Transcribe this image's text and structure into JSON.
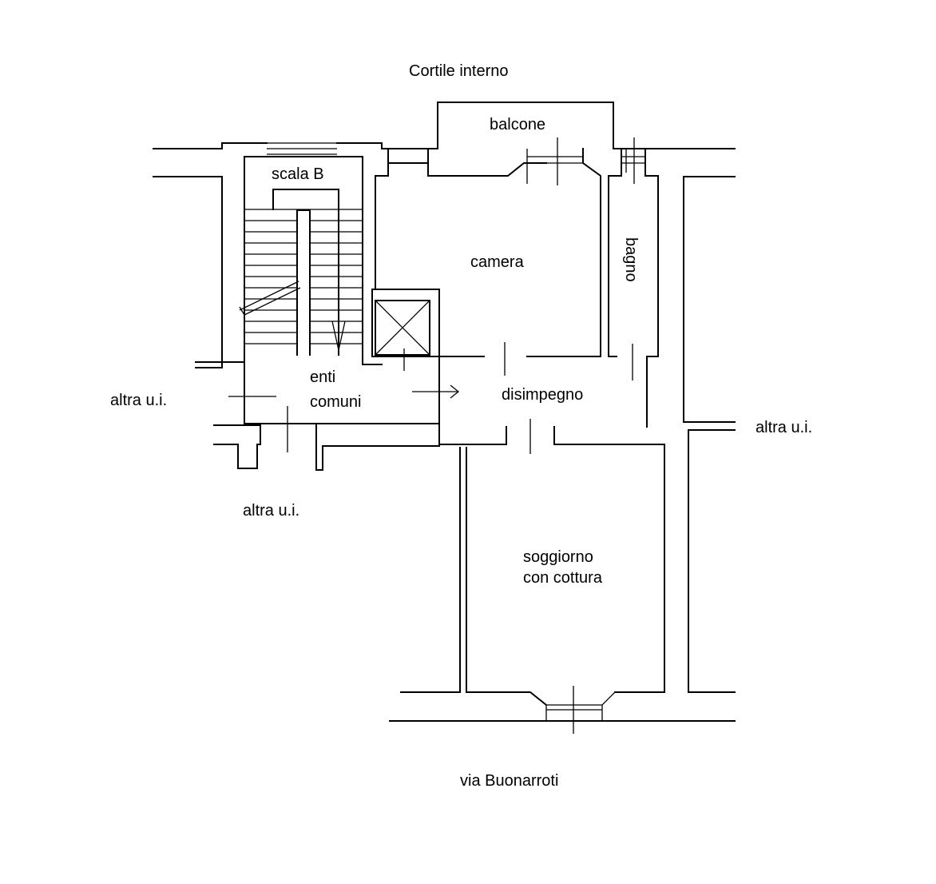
{
  "labels": {
    "courtyard": "Cortile interno",
    "balcony": "balcone",
    "stair": "scala B",
    "bedroom": "camera",
    "bathroom": "bagno",
    "common_1": "enti",
    "common_2": "comuni",
    "hallway": "disimpegno",
    "other_unit_left": "altra u.i.",
    "other_unit_right": "altra u.i.",
    "other_unit_bottom": "altra u.i.",
    "living_1": "soggiorno",
    "living_2": "con cottura",
    "street": "via Buonarroti"
  }
}
